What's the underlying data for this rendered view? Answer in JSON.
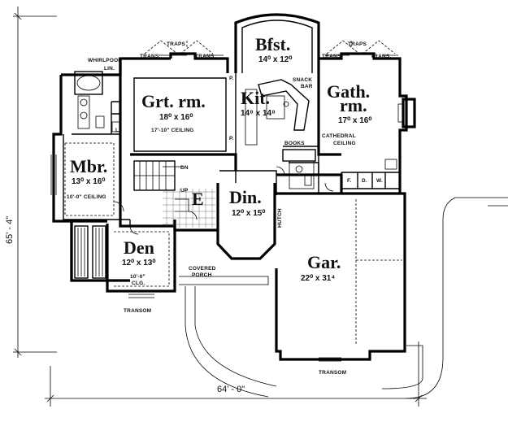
{
  "rooms": {
    "bfst": {
      "name": "Bfst.",
      "dim": "14⁰ x 12⁰"
    },
    "grt_rm": {
      "name": "Grt. rm.",
      "dim": "18⁰ x 16⁰",
      "ceiling": "17'-10\" CEILING"
    },
    "kit": {
      "name": "Kit.",
      "dim": "14⁸ x 14⁸"
    },
    "gath_rm": {
      "name": "Gath.",
      "name2": "rm.",
      "dim": "17⁰ x 16⁰",
      "ceiling": "CATHEDRAL",
      "ceiling2": "CEILING"
    },
    "mbr": {
      "name": "Mbr.",
      "dim": "13⁰ x 16⁰",
      "ceiling": "10'-0\" CEILING"
    },
    "din": {
      "name": "Din.",
      "dim": "12⁰ x 15⁰"
    },
    "den": {
      "name": "Den",
      "dim": "12⁰ x 13⁰",
      "ceiling": "10'-0\"",
      "ceiling2": "CLG."
    },
    "gar": {
      "name": "Gar.",
      "dim": "22⁰ x 31⁴"
    },
    "entry": {
      "name": "E"
    }
  },
  "labels": {
    "traps_left": "TRAPS",
    "trans_left_a": "TRANS.",
    "trans_left_b": "TRANS.",
    "traps_right": "TRAPS",
    "trans_right_a": "TRANS.",
    "trans_right_b": "TRANS.",
    "whirlpool": "WHIRLPOOL",
    "lin": "LIN.",
    "snack": "SNACK",
    "bar": "BAR",
    "books": "BOOKS",
    "hutch": "HUTCH",
    "dn": "DN",
    "up": "UP",
    "p_upper": "P.",
    "p_lower": "P.",
    "covered": "COVERED",
    "porch": "PORCH",
    "transom_den": "TRANSOM",
    "transom_gar": "TRANSOM",
    "f": "F.",
    "d": "D.",
    "w": "W.",
    "l": "L"
  },
  "dimensions": {
    "depth": "65' - 4\"",
    "width": "64' - 0\""
  },
  "colors": {
    "ink": "#000000",
    "paper": "#ffffff"
  }
}
